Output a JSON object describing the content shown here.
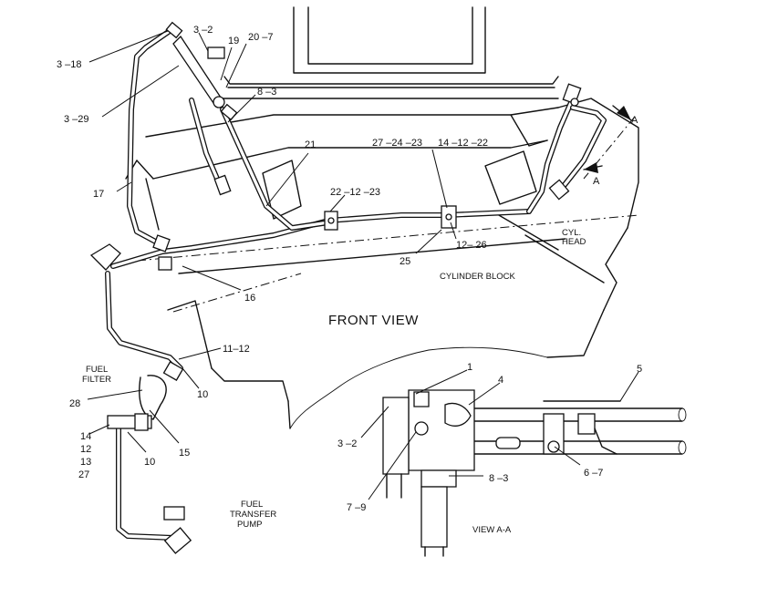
{
  "views": {
    "front_view": "FRONT VIEW",
    "view_aa": "VIEW A-A",
    "section_marker_top": "A",
    "section_marker_bottom": "A"
  },
  "labels": {
    "cylinder_block": "CYLINDER BLOCK",
    "cyl_head_1": "CYL.",
    "cyl_head_2": "HEAD",
    "fuel_filter_1": "FUEL",
    "fuel_filter_2": "FILTER",
    "fuel_transfer_pump_1": "FUEL",
    "fuel_transfer_pump_2": "TRANSFER",
    "fuel_transfer_pump_3": "PUMP"
  },
  "callouts": {
    "c3_18": "3 –18",
    "c3_2_top": "3 –2",
    "c19": "19",
    "c20_7": "20 –7",
    "c3_29": "3 –29",
    "c8_3_top": "8 –3",
    "c17": "17",
    "c21": "21",
    "c27_24_23": "27 –24 –23",
    "c14_12_22": "14 –12 –22",
    "c22_12_23": "22 –12 –23",
    "c25": "25",
    "c12_26": "12– 26",
    "c16": "16",
    "c11_12": "11–12",
    "c10_a": "10",
    "c28": "28",
    "c14": "14",
    "c12": "12",
    "c13": "13",
    "c27": "27",
    "c10_b": "10",
    "c15": "15",
    "c1": "1",
    "c4": "4",
    "c5": "5",
    "c3_2_bottom": "3 –2",
    "c6_7": "6 –7",
    "c8_3_bottom": "8 –3",
    "c7_9": "7 –9"
  }
}
